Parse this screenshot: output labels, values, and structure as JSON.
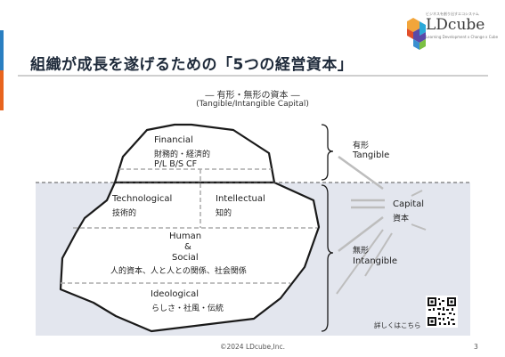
{
  "slide": {
    "title": "組織が成長を遂げるための「5つの経営資本」",
    "subtitle": "― 有形・無形の資本 ―",
    "subtitle_en": "(Tangible/Intangible Capital)"
  },
  "logo": {
    "small_text": "ビジネスを創り出すエコシステム",
    "name": "LDcube",
    "tagline": "Learning Development x Change x Cube"
  },
  "iceberg": {
    "financial_en": "Financial",
    "financial_jp": "財務的・経済的",
    "financial_sub": "P/L B/S CF",
    "technological_en": "Technological",
    "technological_jp": "技術的",
    "intellectual_en": "Intellectual",
    "intellectual_jp": "知的",
    "human_en": "Human",
    "human_amp": "&",
    "social_en": "Social",
    "human_social_jp": "人的資本、人と人との関係、社会関係",
    "ideological_en": "Ideological",
    "ideological_jp": "らしさ・社風・伝統"
  },
  "side": {
    "tangible_jp": "有形",
    "tangible_en": "Tangible",
    "intangible_jp": "無形",
    "intangible_en": "Intangible",
    "capital_en": "Capital",
    "capital_jp": "資本"
  },
  "qr": {
    "label": "詳しくはこちら"
  },
  "footer": {
    "copyright": "©2024 LDcube,Inc.",
    "page": "3"
  },
  "colors": {
    "accent_blue": "#2a7fc1",
    "accent_orange": "#e8641e",
    "sea": "#e3e6ee",
    "line_gray": "#bdbdbd"
  }
}
